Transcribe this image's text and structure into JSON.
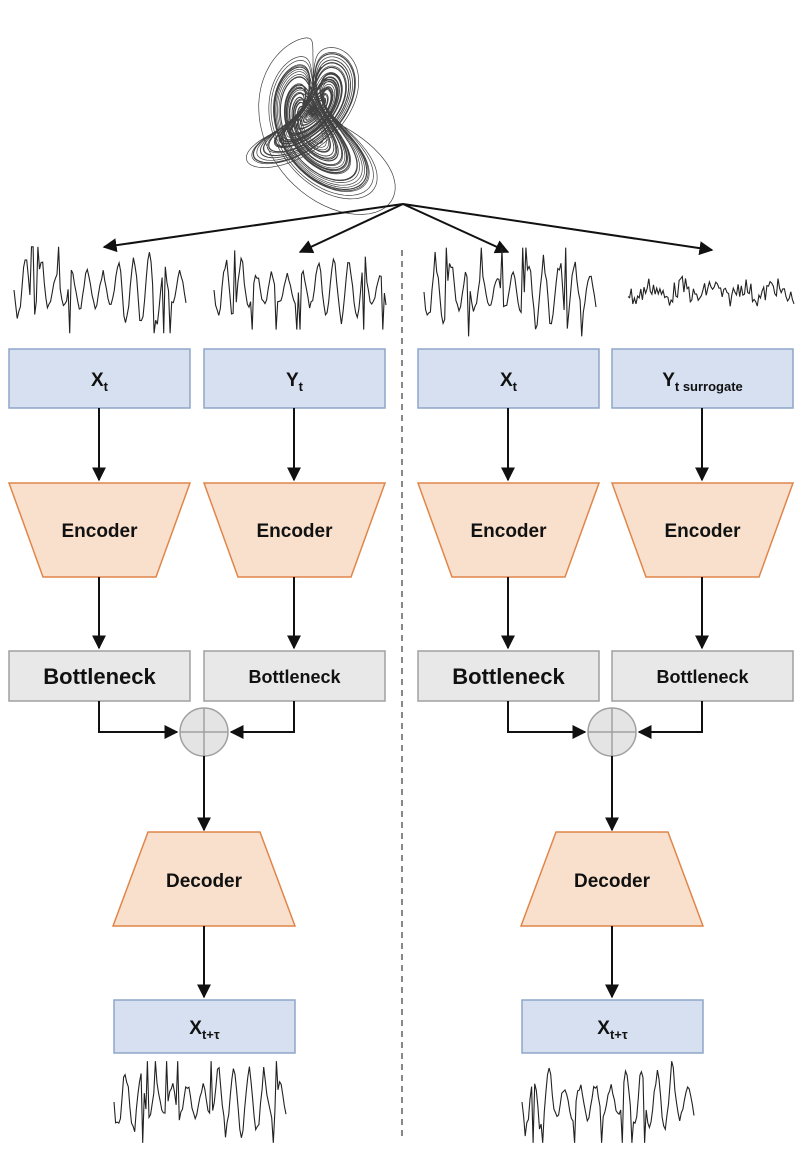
{
  "diagram": {
    "left_panel": {
      "inputs": [
        {
          "var": "X",
          "sub": "t"
        },
        {
          "var": "Y",
          "sub": "t"
        }
      ],
      "encoders": [
        "Encoder",
        "Encoder"
      ],
      "bottlenecks": [
        "Bottleneck",
        "Bottleneck"
      ],
      "decoder": "Decoder",
      "output": {
        "var": "X",
        "sub": "t+τ"
      }
    },
    "right_panel": {
      "inputs": [
        {
          "var": "X",
          "sub": "t"
        },
        {
          "var": "Y",
          "sub": "t surrogate"
        }
      ],
      "encoders": [
        "Encoder",
        "Encoder"
      ],
      "bottlenecks": [
        "Bottleneck",
        "Bottleneck"
      ],
      "decoder": "Decoder",
      "output": {
        "var": "X",
        "sub": "t+τ"
      }
    },
    "colors": {
      "input_box_fill": "#d6e0f0",
      "input_box_stroke": "#8ea6c9",
      "coder_fill": "#f8e0cc",
      "coder_stroke": "#e0864a",
      "bottleneck_fill": "#e8e8e8",
      "bottleneck_stroke": "#a0a0a0",
      "sum_fill": "#e4e4e4",
      "line": "#111111",
      "divider": "#888888"
    }
  }
}
